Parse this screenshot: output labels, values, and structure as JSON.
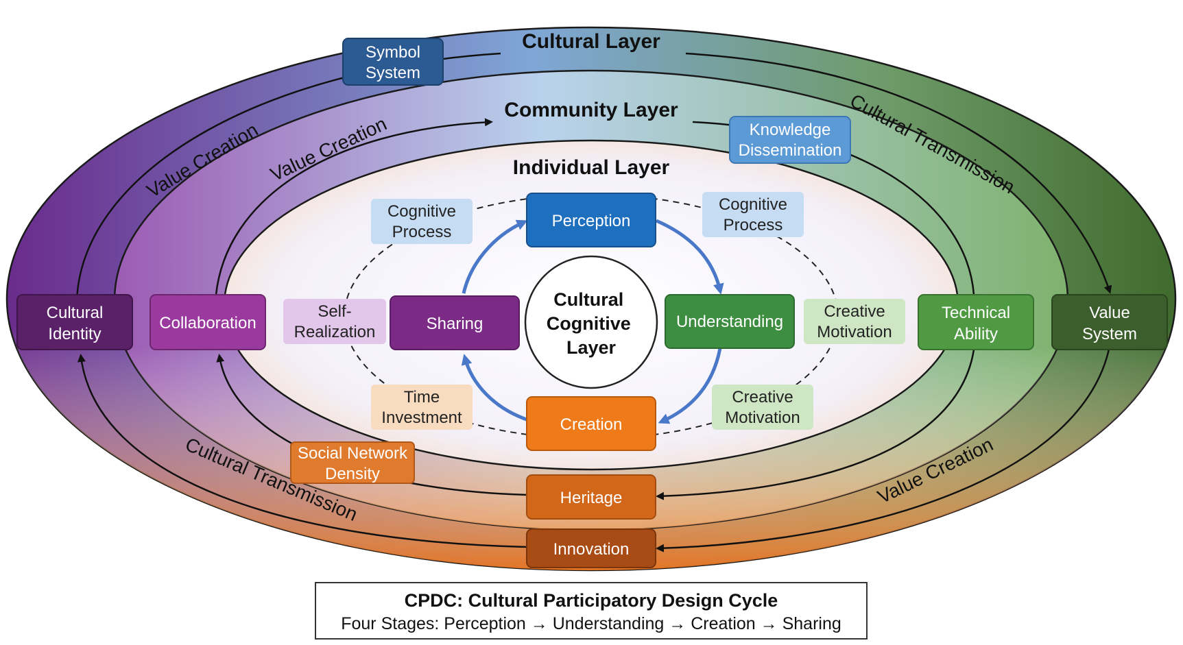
{
  "layers": {
    "cultural": "Cultural Layer",
    "community": "Community Layer",
    "individual": "Individual Layer",
    "core": [
      "Cultural",
      "Cognitive",
      "Layer"
    ]
  },
  "cycle": {
    "perception": "Perception",
    "understanding": "Understanding",
    "creation": "Creation",
    "sharing": "Sharing"
  },
  "individual_factors": {
    "cog_left": [
      "Cognitive",
      "Process"
    ],
    "cog_right": [
      "Cognitive",
      "Process"
    ],
    "self_realization": [
      "Self-",
      "Realization"
    ],
    "creative_right": [
      "Creative",
      "Motivation"
    ],
    "time_investment": [
      "Time",
      "Investment"
    ],
    "creative_bottom": [
      "Creative",
      "Motivation"
    ]
  },
  "community_factors": {
    "collaboration": [
      "Collaboration"
    ],
    "knowledge": [
      "Knowledge",
      "Dissemination"
    ],
    "technical": [
      "Technical",
      "Ability"
    ],
    "social": [
      "Social Network",
      "Density"
    ],
    "heritage": [
      "Heritage"
    ]
  },
  "cultural_factors": {
    "identity": [
      "Cultural",
      "Identity"
    ],
    "symbol": [
      "Symbol",
      "System"
    ],
    "value_system": [
      "Value",
      "System"
    ],
    "innovation": [
      "Innovation"
    ]
  },
  "arc_labels": {
    "value_creation_outer": "Value Creation",
    "value_creation_inner": "Value Creation",
    "cultural_transmission_top": "Cultural Transmission",
    "cultural_transmission_bottom": "Cultural Transmission",
    "value_creation_bottom": "Value Creation"
  },
  "legend": {
    "title": "CPDC: Cultural Participatory Design Cycle",
    "subtitle": "Four Stages: Perception → Understanding → Creation → Sharing"
  },
  "colors": {
    "perception": "#1f6fbf",
    "understanding": "#3e8e41",
    "creation": "#ee7a1a",
    "sharing": "#7b2a86",
    "symbol": "#2c5a92",
    "knowledge": "#5b9ad5",
    "identity": "#5b2168",
    "collaboration": "#9a3a9e",
    "technical": "#4f9a43",
    "value_system": "#3c5e2c",
    "social": "#e07a2d",
    "heritage": "#d2671a",
    "innovation": "#a84b14"
  }
}
